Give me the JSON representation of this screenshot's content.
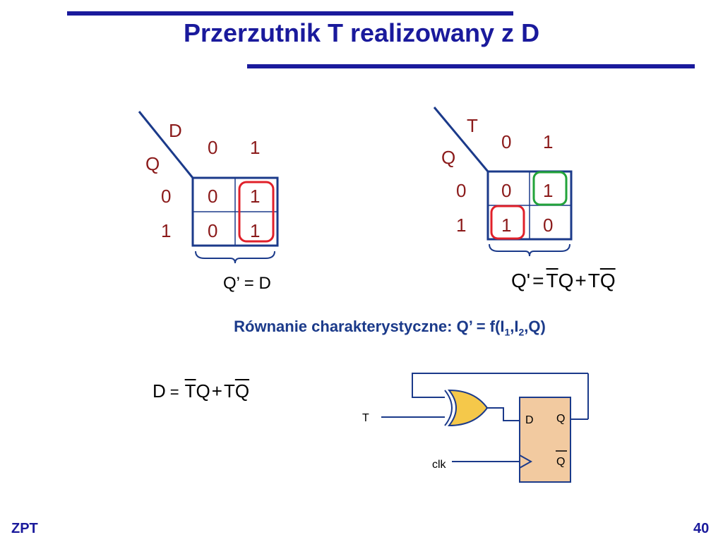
{
  "title": "Przerzutnik T realizowany z D",
  "left_map": {
    "col_var": "D",
    "row_var": "Q",
    "col_headers": [
      "0",
      "1"
    ],
    "row_headers": [
      "0",
      "1"
    ],
    "cells": [
      [
        "0",
        "1"
      ],
      [
        "0",
        "1"
      ]
    ],
    "equation": "Q’ = D"
  },
  "right_map": {
    "col_var": "T",
    "row_var": "Q",
    "col_headers": [
      "0",
      "1"
    ],
    "row_headers": [
      "0",
      "1"
    ],
    "cells": [
      [
        "0",
        "1"
      ],
      [
        "1",
        "0"
      ]
    ],
    "equation": {
      "lhs": "Q'",
      "eq": "=",
      "t1": "T",
      "q1": "Q",
      "plus": "+",
      "t2": "T",
      "q2": "Q"
    }
  },
  "characteristic": {
    "text": "Równanie charakterystyczne: Q’ = f(I",
    "sub1": "1",
    "sep": ",I",
    "sub2": "2",
    "end": ",Q)"
  },
  "d_equation": {
    "lhs": "D",
    "eq": "=",
    "t1": "T",
    "q1": "Q",
    "plus": "+",
    "t2": "T",
    "q2": "Q"
  },
  "circuit": {
    "input_t": "T",
    "input_clk": "clk",
    "ff_d": "D",
    "ff_q": "Q",
    "ff_qbar": "Q"
  },
  "footer": {
    "left": "ZPT",
    "page": "40"
  },
  "colors": {
    "title": "#1a1a9c",
    "map_text": "#8b1a1a",
    "grid": "#1b3a8a",
    "ring_red": "#e0202a",
    "ring_green": "#22a33a",
    "ff_fill": "#f2caa0",
    "xor_fill": "#f5c84a"
  }
}
